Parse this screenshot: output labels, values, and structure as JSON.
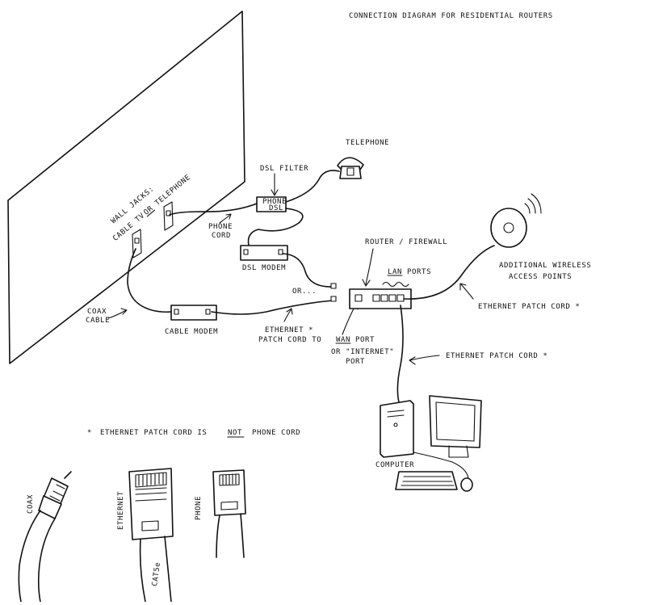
{
  "title": "CONNECTION DIAGRAM FOR RESIDENTIAL ROUTERS",
  "labels": {
    "telephone": "TELEPHONE",
    "dsl_filter": "DSL FILTER",
    "filter_phone": "PHONE",
    "filter_dsl": "DSL",
    "wall_jacks": "WALL JACKS:",
    "cable_tv": "CABLE TV",
    "or": "OR",
    "telephone_jack": "TELEPHONE",
    "phone_cord_1": "PHONE",
    "phone_cord_2": "CORD",
    "dsl_modem": "DSL MODEM",
    "or_dots": "OR...",
    "coax_1": "COAX",
    "coax_2": "CABLE",
    "cable_modem": "CABLE MODEM",
    "ethernet_1": "ETHERNET *",
    "ethernet_2": "PATCH CORD TO",
    "wan": "WAN",
    "port": "PORT",
    "or_internet": "OR \"INTERNET\"",
    "port_2": "PORT",
    "router": "ROUTER / FIREWALL",
    "lan": "LAN",
    "ports": "PORTS",
    "wap_1": "ADDITIONAL WIRELESS",
    "wap_2": "ACCESS POINTS",
    "eth_patch_1": "ETHERNET PATCH CORD *",
    "eth_patch_2": "ETHERNET PATCH CORD *",
    "computer": "COMPUTER",
    "note_star": "*",
    "note_a": "ETHERNET PATCH CORD IS",
    "note_not": "NOT",
    "note_b": "PHONE CORD",
    "coax_label": "COAX",
    "ethernet_label": "ETHERNET",
    "phone_label": "PHONE",
    "cat5e": "CAT5e"
  }
}
